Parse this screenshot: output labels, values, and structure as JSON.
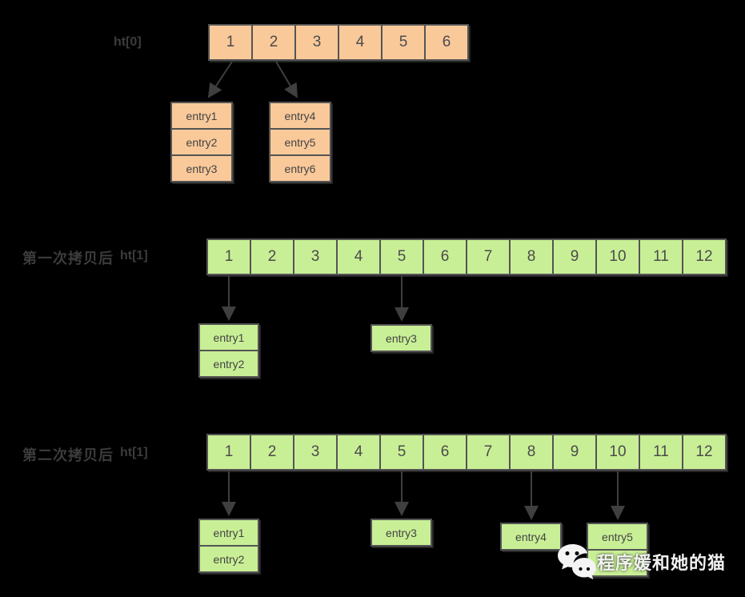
{
  "background": "#000000",
  "colors": {
    "orange_fill": "#fac99a",
    "green_fill": "#c9ef96",
    "box_border": "#545454",
    "arrow": "#3f3f3f",
    "section_label_text": "#3c3c3c",
    "cell_text": "#4b4b4b",
    "watermark_text": "#f2f2f2"
  },
  "sections": {
    "ht0": {
      "table_label": "ht[0]",
      "cells": [
        "1",
        "2",
        "3",
        "4",
        "5",
        "6"
      ],
      "stack_a": [
        "entry1",
        "entry2",
        "entry3"
      ],
      "stack_b": [
        "entry4",
        "entry5",
        "entry6"
      ]
    },
    "copy1": {
      "label": "第一次拷贝后",
      "table_label": "ht[1]",
      "cells": [
        "1",
        "2",
        "3",
        "4",
        "5",
        "6",
        "7",
        "8",
        "9",
        "10",
        "11",
        "12"
      ],
      "stack_a": [
        "entry1",
        "entry2"
      ],
      "stack_b": [
        "entry3"
      ]
    },
    "copy2": {
      "label": "第二次拷贝后",
      "table_label": "ht[1]",
      "cells": [
        "1",
        "2",
        "3",
        "4",
        "5",
        "6",
        "7",
        "8",
        "9",
        "10",
        "11",
        "12"
      ],
      "stack_a": [
        "entry1",
        "entry2"
      ],
      "stack_b": [
        "entry3"
      ],
      "stack_c": [
        "entry4"
      ],
      "stack_d": [
        "entry5",
        ""
      ]
    }
  },
  "watermark": {
    "icon": "wechat-icon",
    "text": "程序媛和她的猫"
  }
}
